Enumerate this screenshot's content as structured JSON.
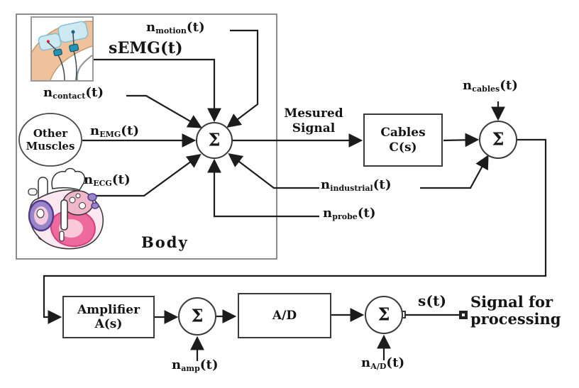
{
  "diagram": {
    "body_label": "Body",
    "sigma_symbol": "Σ",
    "semg_label": "sEMG(t)",
    "s_t_label": "s(t)",
    "mesured_signal": {
      "line1": "Mesured",
      "line2": "Signal"
    },
    "signal_for_processing": {
      "line1": "Signal for",
      "line2": "processing"
    },
    "other_muscles": {
      "line1": "Other",
      "line2": "Muscles"
    },
    "boxes": {
      "cables": {
        "line1": "Cables",
        "line2": "C(s)"
      },
      "amplifier": {
        "line1": "Amplifier",
        "line2": "A(s)"
      },
      "ad": {
        "label": "A/D"
      }
    },
    "signals": {
      "n_motion": {
        "base": "n",
        "sub": "motion",
        "suffix": "(t)"
      },
      "n_contact": {
        "base": "n",
        "sub": "contact",
        "suffix": "(t)"
      },
      "n_emg": {
        "base": "n",
        "sub": "EMG",
        "suffix": "(t)"
      },
      "n_ecg": {
        "base": "n",
        "sub": "ECG",
        "suffix": "(t)"
      },
      "n_cables": {
        "base": "n",
        "sub": "cables",
        "suffix": "(t)"
      },
      "n_industrial": {
        "base": "n",
        "sub": "industrial",
        "suffix": "(t)"
      },
      "n_probe": {
        "base": "n",
        "sub": "probe",
        "suffix": "(t)"
      },
      "n_amp": {
        "base": "n",
        "sub": "amp",
        "suffix": "(t)"
      },
      "n_ad": {
        "base": "n",
        "sub": "A/D",
        "suffix": "(t)"
      }
    },
    "colors": {
      "line": "#1c1c1c",
      "skin": "#f1c19c",
      "electrode_pad": "#cfe9f3",
      "electrode": "#2593b5",
      "heart_body": "#fce8f0",
      "heart_pink_deep": "#ee6a9d",
      "heart_pink_light": "#f9c9da",
      "heart_purple": "#9b85c9"
    }
  }
}
